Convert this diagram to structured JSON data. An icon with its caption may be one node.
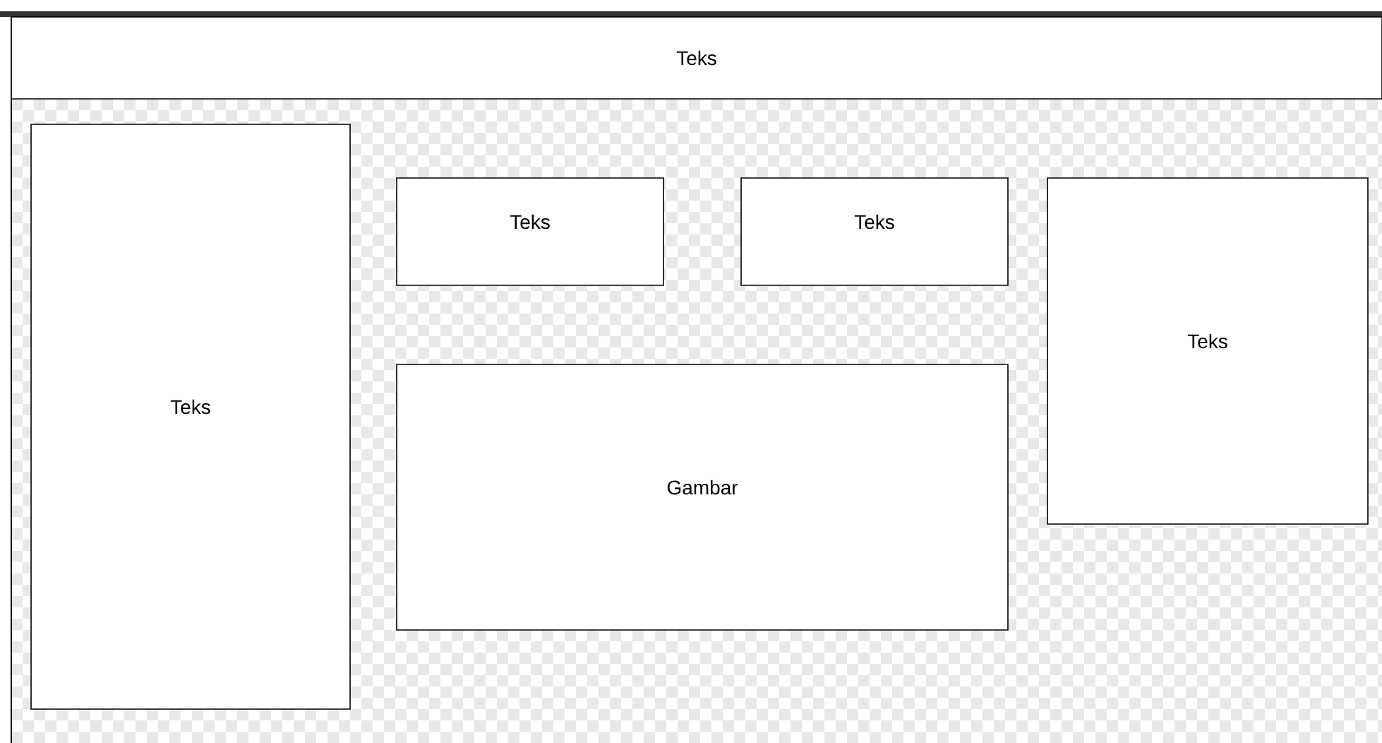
{
  "diagram": {
    "nodes": [
      {
        "text": [
          "Teks"
        ]
      },
      {
        "text": [
          "Teks"
        ]
      },
      {
        "text": [
          "Teks"
        ]
      },
      {
        "text": [
          "Teks"
        ]
      },
      {
        "text": [
          "Teks"
        ]
      },
      {
        "text": [
          "Gambar"
        ]
      }
    ]
  }
}
